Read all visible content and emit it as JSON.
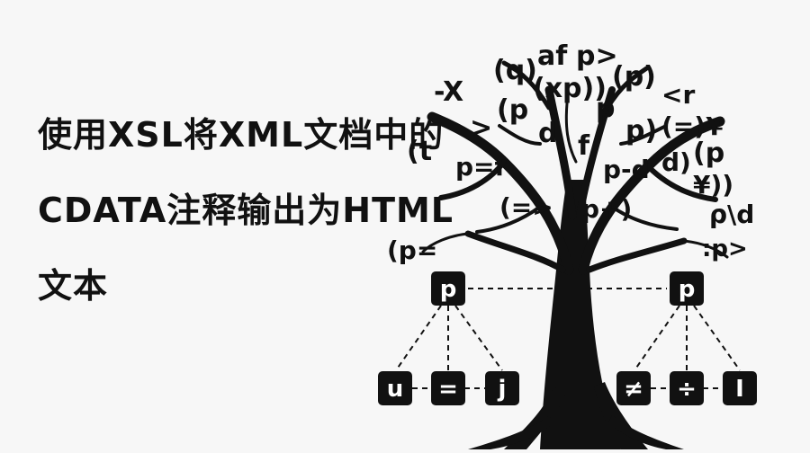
{
  "title": {
    "lines": [
      "使用XSL将XML文档中的",
      "CDATA注释输出为HTML",
      "文本"
    ]
  },
  "colors": {
    "background": "#f7f7f7",
    "ink": "#111111",
    "node_fill": "#111111",
    "node_text": "#ffffff"
  },
  "symbols": [
    "(q)",
    "af",
    "p>",
    "(p)",
    "-X",
    "(xp))",
    ">",
    "p",
    "<r",
    "(=)¥",
    "(p",
    "d",
    "f",
    "p)",
    "(t",
    "p=f",
    "p-d",
    "(p",
    "d)",
    "¥))",
    "(=>",
    "p+)",
    "ρ\\d",
    "(p=",
    ":p>"
  ],
  "diagram": {
    "left_parent": "p",
    "right_parent": "p",
    "left_children": [
      "u",
      "=",
      "j"
    ],
    "right_children": [
      "≠",
      "÷",
      "I"
    ]
  }
}
